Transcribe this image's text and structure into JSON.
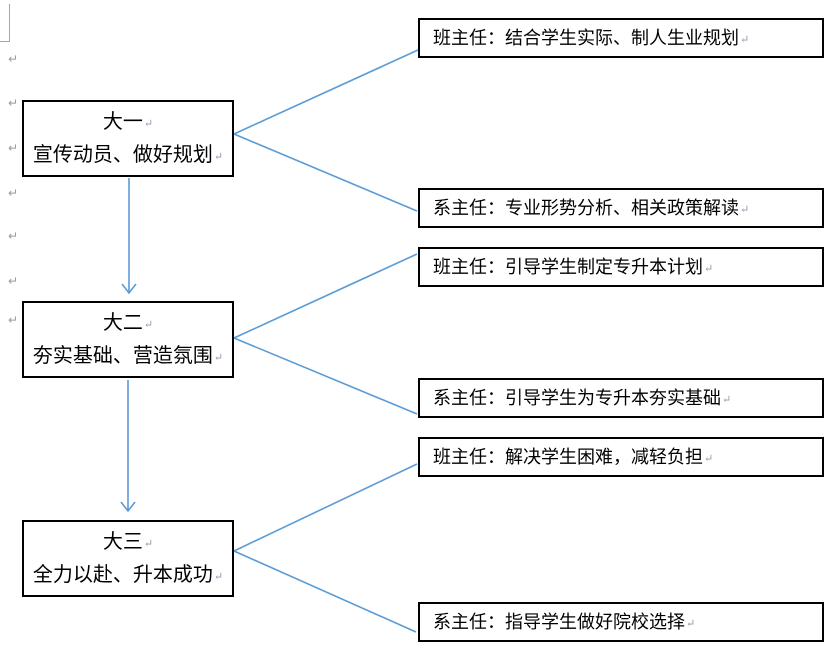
{
  "diagram": {
    "stages": [
      {
        "title": "大一",
        "subtitle": "宣传动员、做好规划"
      },
      {
        "title": "大二",
        "subtitle": "夯实基础、营造氛围"
      },
      {
        "title": "大三",
        "subtitle": "全力以赴、升本成功"
      }
    ],
    "tasks": [
      "班主任：结合学生实际、制人生业规划",
      "系主任：专业形势分析、相关政策解读",
      "班主任：引导学生制定专升本计划",
      "系主任：引导学生为专升本夯实基础",
      "班主任：解决学生困难，减轻负担",
      "系主任：指导学生做好院校选择"
    ],
    "paragraph_mark": "↵",
    "colors": {
      "connector": "#5b9bd5",
      "box_border": "#000000",
      "boundary_mark": "#a6a6a6"
    }
  }
}
